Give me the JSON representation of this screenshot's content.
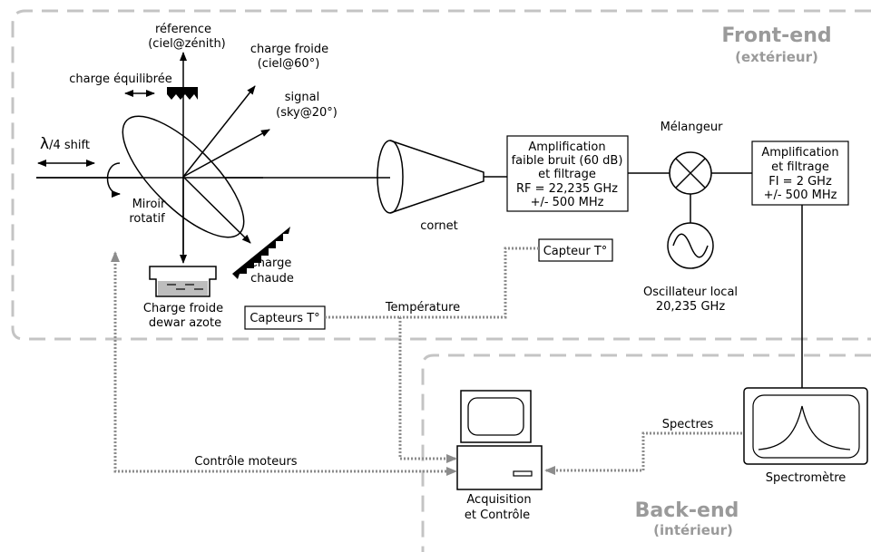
{
  "regions": {
    "frontend_title": "Front-end",
    "frontend_subtitle": "(extérieur)",
    "backend_title": "Back-end",
    "backend_subtitle": "(intérieur)"
  },
  "labels": {
    "reference_line1": "réference",
    "reference_line2": "(ciel@zénith)",
    "cold60_line1": "charge froide",
    "cold60_line2": "(ciel@60°)",
    "signal_line1": "signal",
    "signal_line2": "(sky@20°)",
    "balanced_load": "charge équilibrée",
    "lambda_symbol": "λ",
    "lambda_rest": "/4 shift",
    "mirror_line1": "Miroir",
    "mirror_line2": "rotatif",
    "hot_load_line1": "Charge",
    "hot_load_line2": "chaude",
    "cold_dewar_line1": "Charge froide",
    "cold_dewar_line2": "dewar azote",
    "horn": "cornet",
    "lna_line1": "Amplification",
    "lna_line2": "faible bruit (60 dB)",
    "lna_line3": "et filtrage",
    "lna_line4": "RF = 22,235 GHz",
    "lna_line5": "+/- 500 MHz",
    "mixer": "Mélangeur",
    "if_line1": "Amplification",
    "if_line2": "et filtrage",
    "if_line3": "FI = 2 GHz",
    "if_line4": "+/- 500 MHz",
    "lo_line1": "Oscillateur local",
    "lo_line2": "20,235 GHz",
    "temp_sensor": "Capteur T°",
    "temp_sensors": "Capteurs T°",
    "temperature": "Température",
    "motor_control": "Contrôle moteurs",
    "spectra": "Spectres",
    "acq_line1": "Acquisition",
    "acq_line2": "et Contrôle",
    "spectrometer": "Spectromètre"
  },
  "colors": {
    "region_border": "#c4c4c4",
    "region_title": "#9a9a9a",
    "dotted_link": "#8c8c8c",
    "dewar_fill": "#bdbdbd",
    "line": "#000000"
  }
}
